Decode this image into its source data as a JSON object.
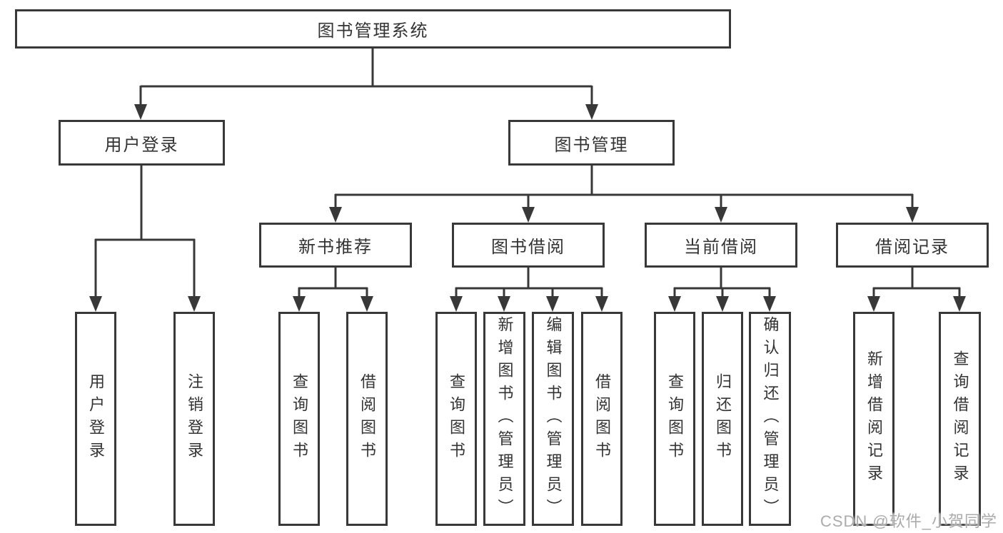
{
  "diagram_title": "图书管理系统",
  "watermark": {
    "text": "CSDN @软件_小贺同学",
    "color": "#ababab"
  },
  "colors": {
    "line": "#383838",
    "box_border": "#383838",
    "text": "#333333",
    "background": "#ffffff"
  },
  "tree": {
    "root": {
      "label": "图书管理系统"
    },
    "branches": [
      {
        "label": "用户登录",
        "children": [
          "用户登录",
          "注销登录"
        ]
      },
      {
        "label": "图书管理",
        "groups": [
          {
            "label": "新书推荐",
            "children": [
              "查询图书",
              "借阅图书"
            ]
          },
          {
            "label": "图书借阅",
            "children": [
              "查询图书",
              "新增图书（管理员）",
              "编辑图书（管理员）",
              "借阅图书"
            ]
          },
          {
            "label": "当前借阅",
            "children": [
              "查询图书",
              "归还图书",
              "确认归还（管理员）"
            ]
          },
          {
            "label": "借阅记录",
            "children": [
              "新增借阅记录",
              "查询借阅记录"
            ]
          }
        ]
      }
    ]
  }
}
